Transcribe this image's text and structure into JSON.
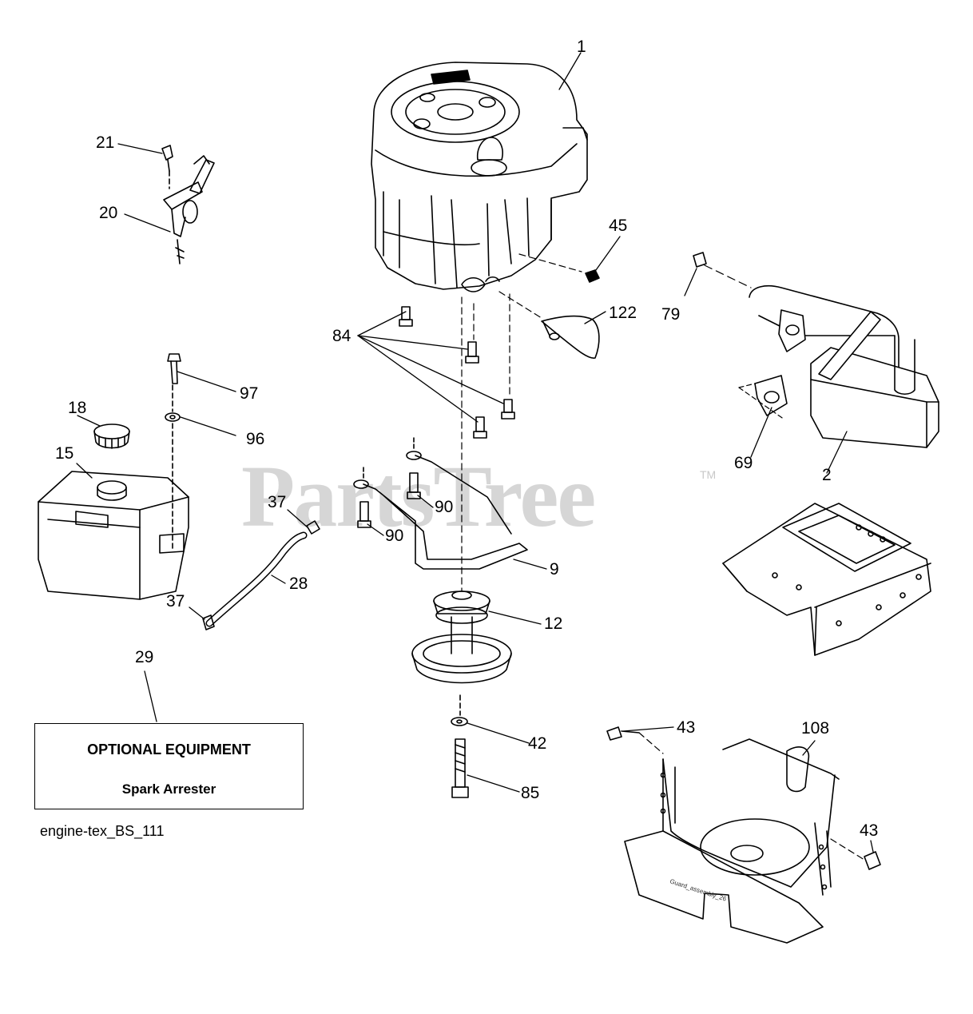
{
  "watermark": {
    "text": "PartsTree",
    "tm": "TM"
  },
  "reference_code": "engine-tex_BS_111",
  "optional_equipment": {
    "title": "OPTIONAL EQUIPMENT",
    "item": "Spark Arrester",
    "callout": "29"
  },
  "stamp_text": "Guard_assembly_26",
  "callouts": {
    "engine": "1",
    "muffler": "2",
    "belt_guide": "9",
    "idler_pulley": "12",
    "fuel_tank": "15",
    "fuel_cap": "18",
    "throttle_control": "20",
    "throttle_screw": "21",
    "fuel_line": "28",
    "clamp_upper": "37",
    "clamp_lower": "37",
    "washer": "42",
    "bolt_left": "43",
    "bolt_right": "43",
    "nut": "45",
    "engine_bolts": "84",
    "pulley_bolt": "85",
    "guide_bolt_a": "90",
    "guide_bolt_b": "90",
    "tank_washer": "96",
    "tank_screw": "97",
    "gasket": "69",
    "muffler_bolt": "79",
    "heat_shield_guard": "108",
    "deflector": "122"
  },
  "colors": {
    "line": "#000000",
    "watermark": "#d6d6d6",
    "background": "#ffffff"
  }
}
